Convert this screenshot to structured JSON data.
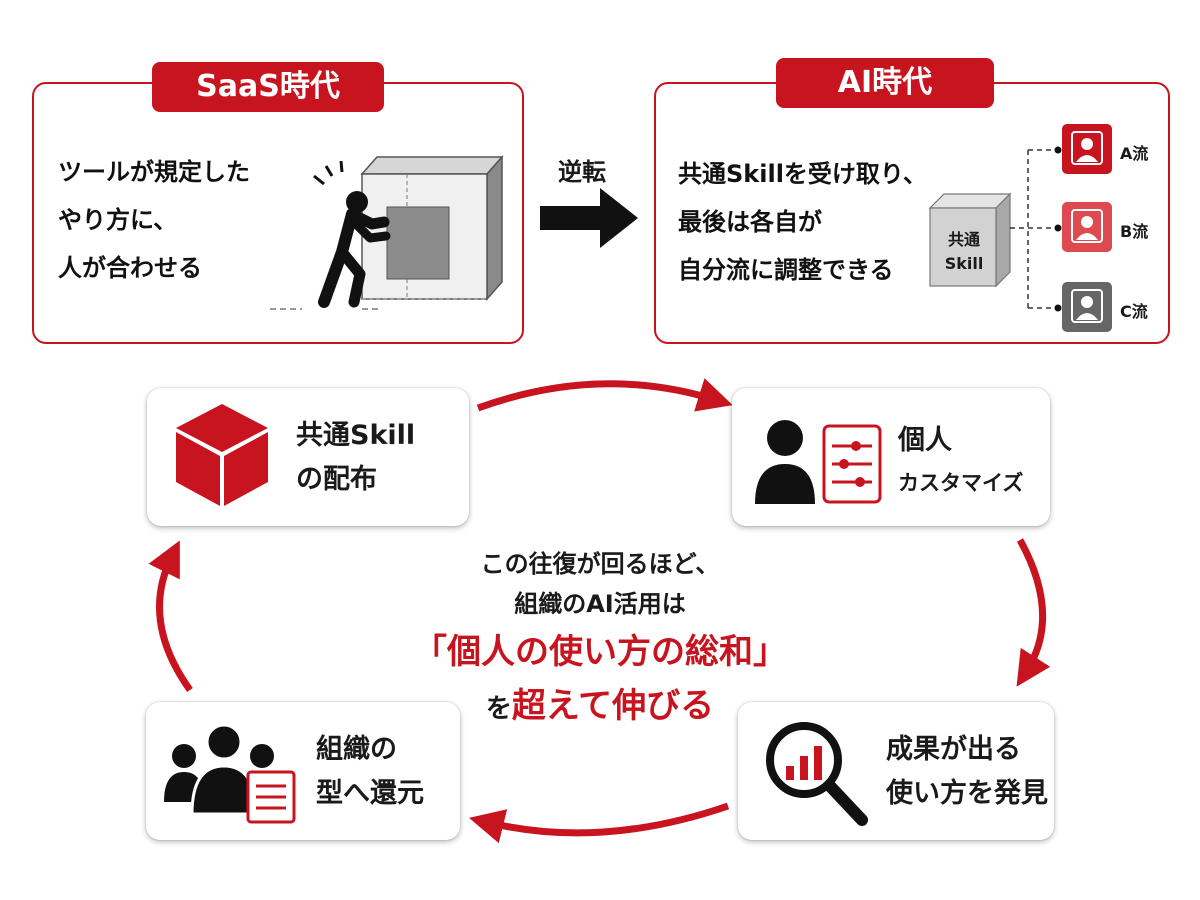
{
  "saas_panel": {
    "title": "SaaS時代",
    "lines": [
      "ツールが規定した",
      "やり方に、",
      "人が合わせる"
    ]
  },
  "transition": {
    "label": "逆転"
  },
  "ai_panel": {
    "title": "AI時代",
    "lines": [
      "共通Skillを受け取り、",
      "最後は各自が",
      "自分流に調整できる"
    ],
    "skill_box": [
      "共通",
      "Skill"
    ],
    "variants": [
      "A流",
      "B流",
      "C流"
    ]
  },
  "cycle": {
    "distribute": [
      "共通Skill",
      "の配布"
    ],
    "customize": [
      "個人",
      "カスタマイズ"
    ],
    "discover": [
      "成果が出る",
      "使い方を発見"
    ],
    "return": [
      "組織の",
      "型へ還元"
    ]
  },
  "center_message": {
    "line1": "この往復が回るほど、",
    "line2": "組織のAI活用は",
    "highlight": "「個人の使い方の総和」",
    "line4_prefix": "を",
    "line4_emphasis": "超えて伸びる"
  },
  "colors": {
    "accent": "#c8141e",
    "dark": "#1a1a1a",
    "gray": "#5a5a5a"
  },
  "icons": [
    "person-pushing-box-icon",
    "arrow-right-icon",
    "skill-box-icon",
    "user-icon",
    "cube-icon",
    "person-sliders-icon",
    "magnifier-chart-icon",
    "team-document-icon",
    "cycle-arrow-icon"
  ]
}
